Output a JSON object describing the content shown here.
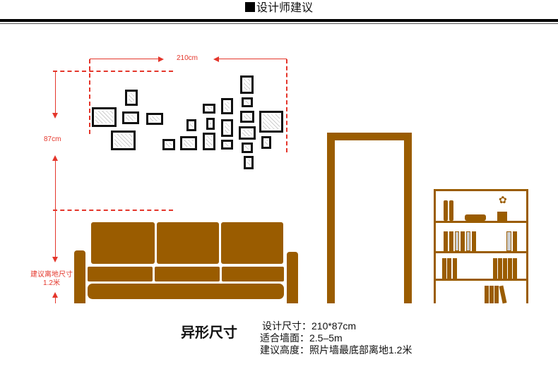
{
  "header": {
    "title": "设计师建议"
  },
  "diagram": {
    "width_label": "210cm",
    "height_label": "87cm",
    "floor_label_line1": "建议离地尺寸",
    "floor_label_line2": "1.2米",
    "accent_color": "#e4362b",
    "furniture_color": "#9a5c00"
  },
  "info": {
    "title": "异形尺寸",
    "lines": [
      "设计尺寸：210*87cm",
      "适合墙面：2.5–5m",
      "建议高度：照片墙最底部离地1.2米"
    ]
  }
}
